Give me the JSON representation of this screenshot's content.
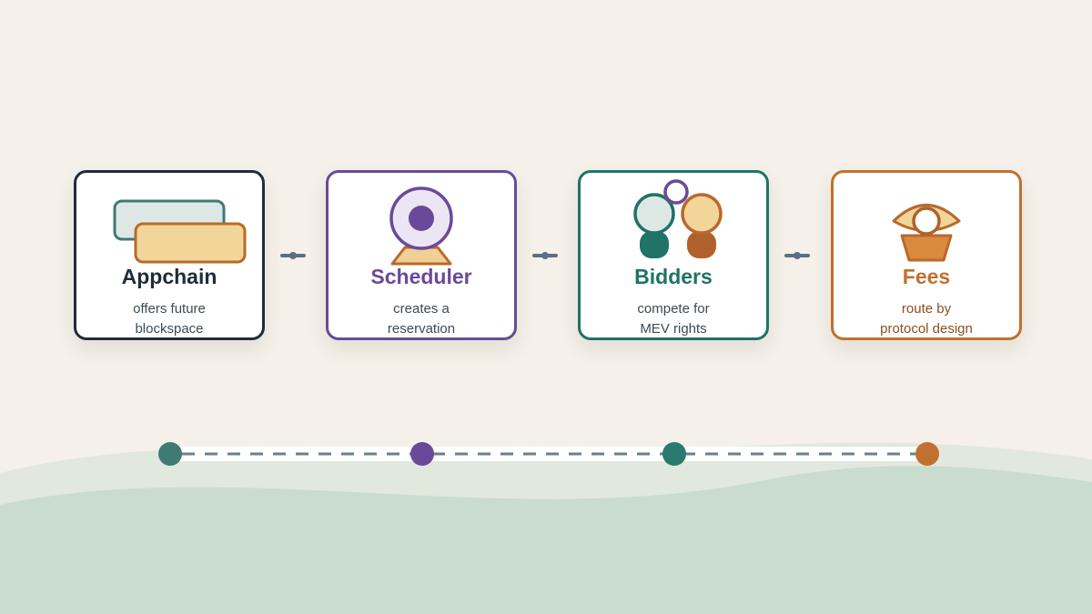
{
  "colors": {
    "background": "#f5f1ea",
    "hill_light": "#e1e8de",
    "hill_dark": "#cadcce",
    "navy": "#1f2d3a",
    "purple": "#6a4a98",
    "teal": "#1f7367",
    "orange": "#c0712f",
    "connector": "#5d6f80"
  },
  "steps": [
    {
      "title": "Appchain",
      "desc": [
        "offers future",
        "blockspace"
      ],
      "icon": "stacked-blocks-icon"
    },
    {
      "title": "Scheduler",
      "desc": [
        "creates a",
        "reservation"
      ],
      "icon": "clock-on-pedestal-icon"
    },
    {
      "title": "Bidders",
      "desc": [
        "compete for",
        "MEV rights"
      ],
      "icon": "bidders-group-icon"
    },
    {
      "title": "Fees",
      "desc": [
        "route by",
        "protocol design"
      ],
      "icon": "eye-over-basket-icon"
    }
  ]
}
